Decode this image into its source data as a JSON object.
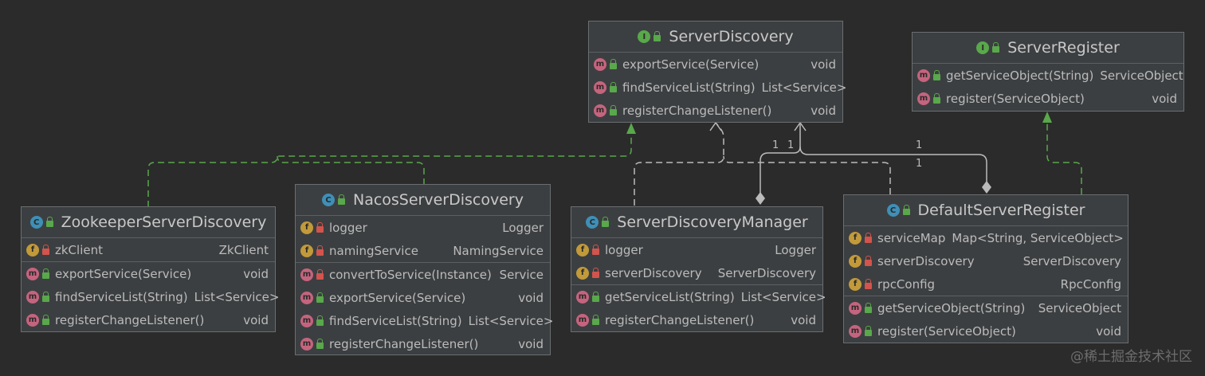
{
  "classes": {
    "server_discovery": {
      "kind": "I",
      "name": "ServerDiscovery",
      "methods": [
        {
          "name": "exportService(Service)",
          "type": "void"
        },
        {
          "name": "findServiceList(String)",
          "type": "List<Service>"
        },
        {
          "name": "registerChangeListener()",
          "type": "void"
        }
      ]
    },
    "server_register": {
      "kind": "I",
      "name": "ServerRegister",
      "methods": [
        {
          "name": "getServiceObject(String)",
          "type": "ServiceObject"
        },
        {
          "name": "register(ServiceObject)",
          "type": "void"
        }
      ]
    },
    "zookeeper": {
      "kind": "C",
      "name": "ZookeeperServerDiscovery",
      "fields": [
        {
          "name": "zkClient",
          "type": "ZkClient"
        }
      ],
      "methods": [
        {
          "name": "exportService(Service)",
          "type": "void"
        },
        {
          "name": "findServiceList(String)",
          "type": "List<Service>"
        },
        {
          "name": "registerChangeListener()",
          "type": "void"
        }
      ]
    },
    "nacos": {
      "kind": "C",
      "name": "NacosServerDiscovery",
      "fields": [
        {
          "name": "logger",
          "type": "Logger"
        },
        {
          "name": "namingService",
          "type": "NamingService"
        }
      ],
      "methods": [
        {
          "name": "convertToService(Instance)",
          "type": "Service"
        },
        {
          "name": "exportService(Service)",
          "type": "void"
        },
        {
          "name": "findServiceList(String)",
          "type": "List<Service>"
        },
        {
          "name": "registerChangeListener()",
          "type": "void"
        }
      ]
    },
    "manager": {
      "kind": "C",
      "name": "ServerDiscoveryManager",
      "fields": [
        {
          "name": "logger",
          "type": "Logger"
        },
        {
          "name": "serverDiscovery",
          "type": "ServerDiscovery"
        }
      ],
      "methods": [
        {
          "name": "getServiceList(String)",
          "type": "List<Service>"
        },
        {
          "name": "registerChangeListener()",
          "type": "void"
        }
      ]
    },
    "default_register": {
      "kind": "C",
      "name": "DefaultServerRegister",
      "fields": [
        {
          "name": "serviceMap",
          "type": "Map<String, ServiceObject>"
        },
        {
          "name": "serverDiscovery",
          "type": "ServerDiscovery"
        },
        {
          "name": "rpcConfig",
          "type": "RpcConfig"
        }
      ],
      "methods": [
        {
          "name": "getServiceObject(String)",
          "type": "ServiceObject"
        },
        {
          "name": "register(ServiceObject)",
          "type": "void"
        }
      ]
    }
  },
  "multiplicities": {
    "a": "1",
    "b": "1",
    "c": "1",
    "d": "1"
  },
  "watermark": "@稀土掘金技术社区",
  "colors": {
    "background": "#2b2b2b",
    "realization_green": "#59a84b",
    "dependency_white": "#bbbbbb"
  }
}
